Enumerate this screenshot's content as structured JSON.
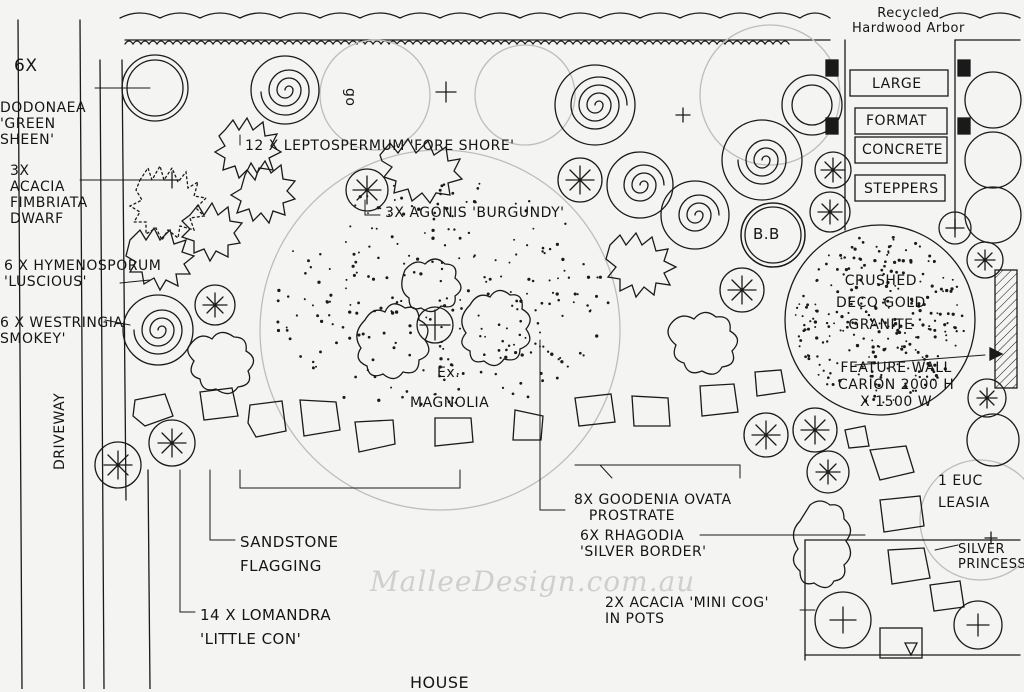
{
  "labels": {
    "dodonaea_qty": "6x",
    "dodonaea": "DODONAEA\n'GREEN\nSHEEN'",
    "acacia_fimbriata": "3x\nACACIA\nFIMBRIATA\nDWARF",
    "hymenosporum": "6 x HYMENOSPORUM\n'LUSCIOUS'",
    "westringia": "6 X WESTRINGIA\nSMOKEY'",
    "driveway": "DRIVEWAY",
    "leptospermum": "12 x LEPTOSPERMUM 'FORE SHORE'",
    "agonis": "3x AGONIS 'BURGUNDY'",
    "go": "go",
    "recycled_arbor": "Recycled\nHardwood Arbor",
    "large": "LARGE",
    "format": "FORMAT",
    "concrete": "CONCRETE",
    "steppers": "STEPPERS",
    "bb": "B.B",
    "crushed_granite": "CRUSHED\nDECO GOLD\nGRANITE",
    "feature_wall": "FEATURE WALL\nCARION 2000 H\nx 1500 W",
    "ex": "Ex.",
    "magnolia": "MAGNOLIA",
    "goodenia": "8x GOODENIA OVATA\n   PROSTRATE",
    "rhagodia": "6x RHAGODIA\n'SILVER BORDER'",
    "acacia_mini_cog": "2x ACACIA 'MINI COG'\nin POTS",
    "sandstone": "SANDSTONE\nFLAGGING",
    "lomandra": "14 x LOMANDRA\n'LITTLE CON'",
    "euc_leasia": "1 EUC\nLEASIA",
    "silver_princess": "SILVER\nPRINCESS",
    "house": "HOUSE"
  },
  "watermark": "MalleeDesign.com.au",
  "colors": {
    "ink": "#1a1a1a",
    "paper": "#f4f4f2",
    "faint": "#bdbdbd"
  }
}
